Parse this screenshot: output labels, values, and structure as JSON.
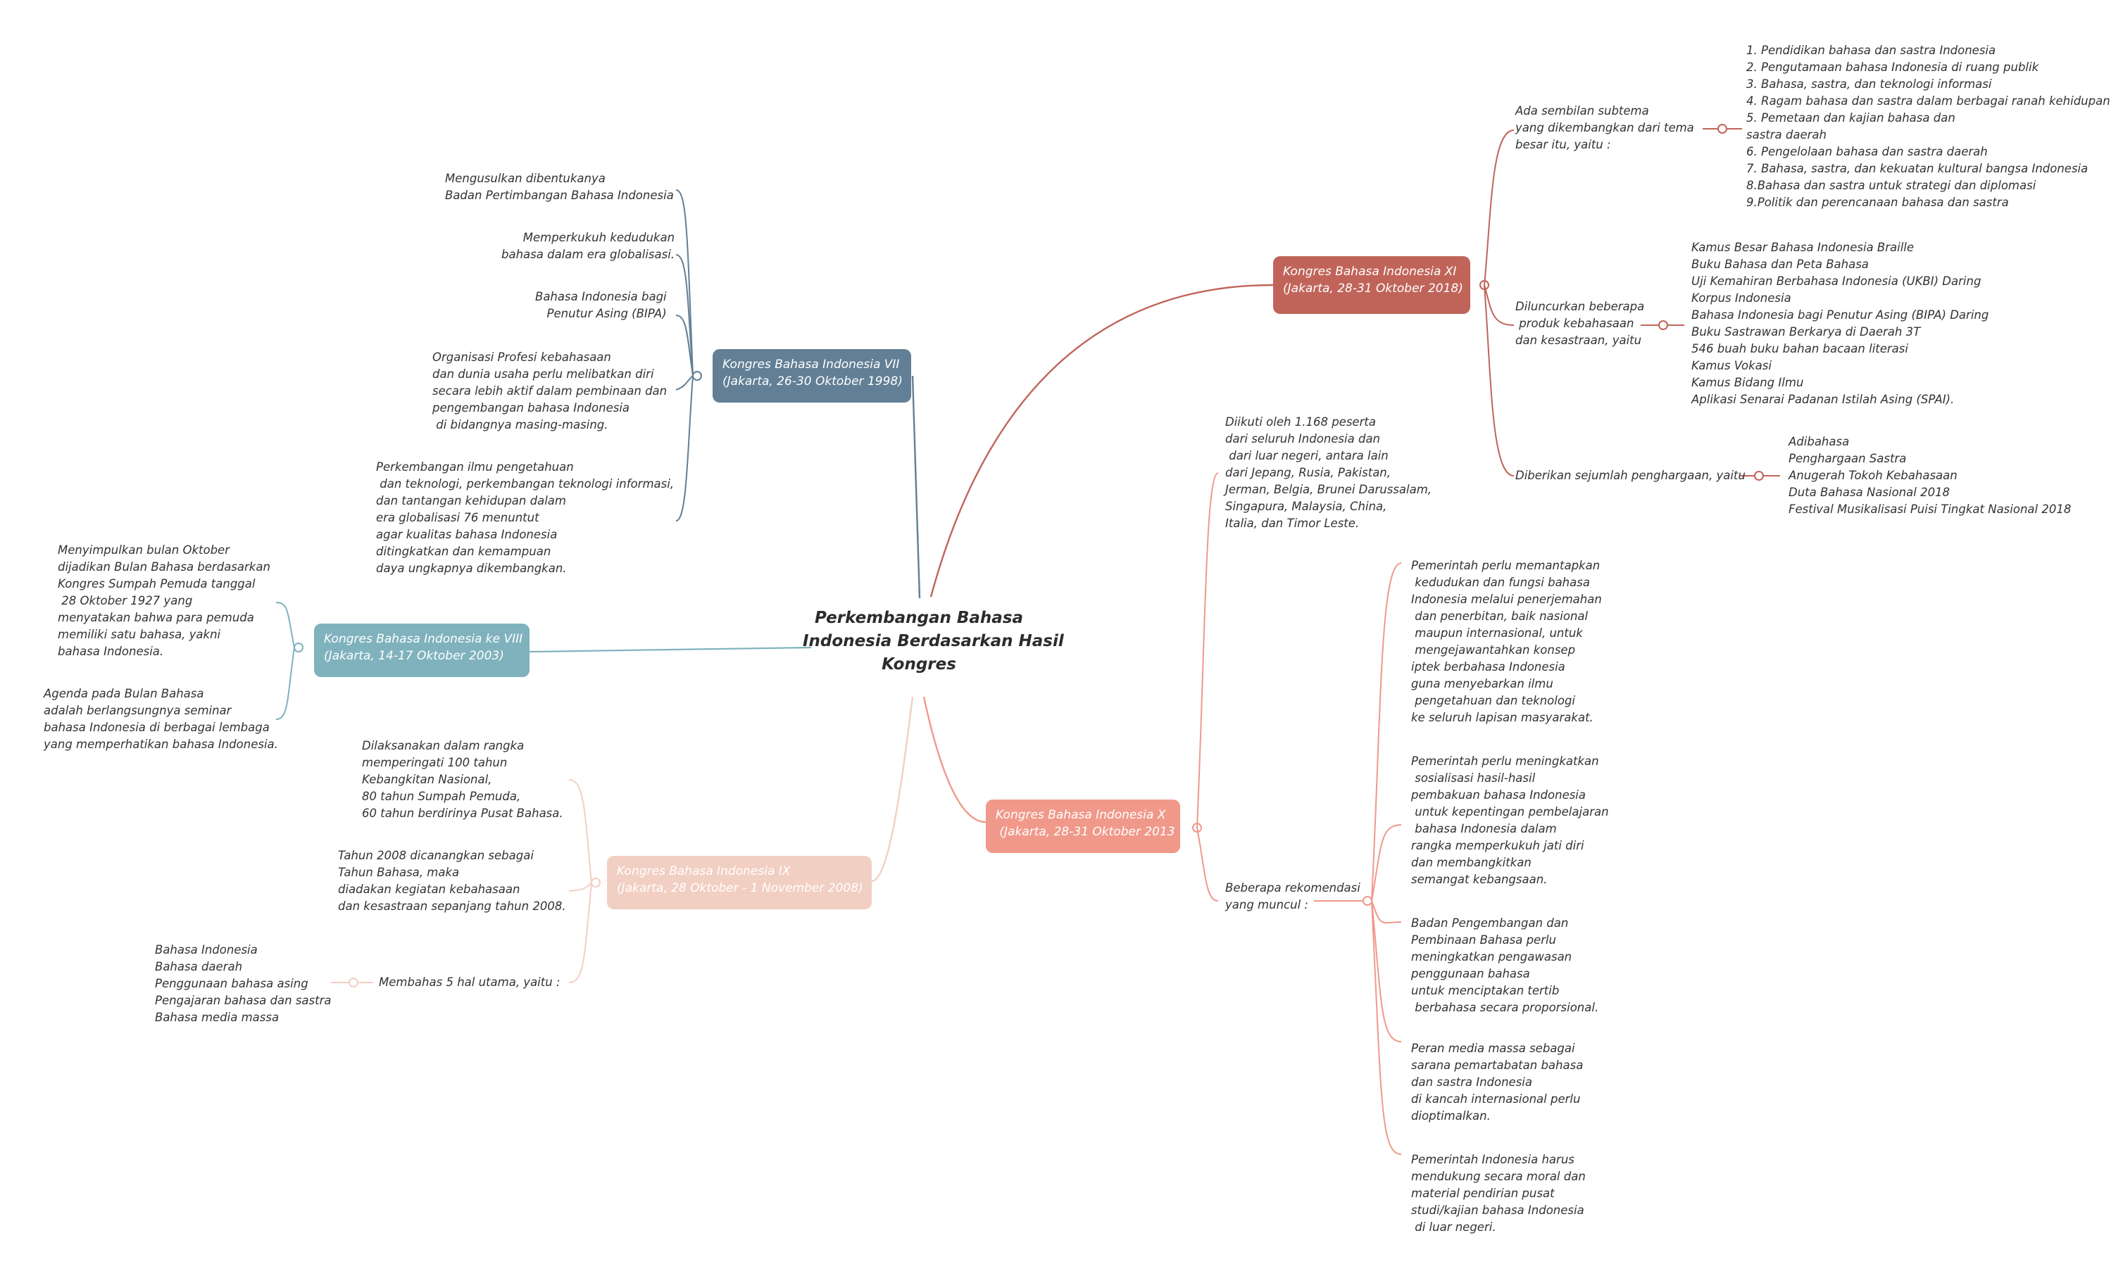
{
  "colors": {
    "xi": "#c0645a",
    "x": "#f0998a",
    "ix": "#f2cfc3",
    "viii": "#7fb2bd",
    "vii": "#627f95",
    "text": "#333333"
  },
  "root": {
    "title": "Perkembangan Bahasa\nIndonesia Berdasarkan Hasil\nKongres"
  },
  "kongres_xi": {
    "label": "Kongres Bahasa Indonesia XI\n(Jakarta, 28-31 Oktober 2018)",
    "subtema_intro": "Ada sembilan subtema\nyang dikembangkan dari tema\nbesar itu, yaitu :",
    "subtema_list": "1. Pendidikan bahasa dan sastra Indonesia\n2. Pengutamaan bahasa Indonesia di ruang publik\n3. Bahasa, sastra, dan teknologi informasi\n4. Ragam bahasa dan sastra dalam berbagai ranah kehidupan\n5. Pemetaan dan kajian bahasa dan\nsastra daerah\n6. Pengelolaan bahasa dan sastra daerah\n7. Bahasa, sastra, dan kekuatan kultural bangsa Indonesia\n8.Bahasa dan sastra untuk strategi dan diplomasi\n9.Politik dan perencanaan bahasa dan sastra",
    "produk_intro": "Diluncurkan beberapa\n produk kebahasaan\ndan kesastraan, yaitu",
    "produk_list": "Kamus Besar Bahasa Indonesia Braille\nBuku Bahasa dan Peta Bahasa\nUji Kemahiran Berbahasa Indonesia (UKBI) Daring\nKorpus Indonesia\nBahasa Indonesia bagi Penutur Asing (BIPA) Daring\nBuku Sastrawan Berkarya di Daerah 3T\n546 buah buku bahan bacaan literasi\nKamus Vokasi\nKamus Bidang Ilmu\nAplikasi Senarai Padanan Istilah Asing (SPAI).",
    "penghargaan_intro": "Diberikan sejumlah penghargaan, yaitu",
    "penghargaan_list": "Adibahasa\nPenghargaan Sastra\nAnugerah Tokoh Kebahasaan\nDuta Bahasa Nasional 2018\nFestival Musikalisasi Puisi Tingkat Nasional 2018"
  },
  "kongres_x": {
    "label": "Kongres Bahasa Indonesia X\n (Jakarta, 28-31 Oktober 2013",
    "peserta": "Diikuti oleh 1.168 peserta\ndari seluruh Indonesia dan\n dari luar negeri, antara lain\ndari Jepang, Rusia, Pakistan,\nJerman, Belgia, Brunei Darussalam,\nSingapura, Malaysia, China,\nItalia, dan Timor Leste.",
    "rekomendasi_intro": "Beberapa rekomendasi\nyang muncul :",
    "rekomendasi": [
      "Pemerintah perlu memantapkan\n kedudukan dan fungsi bahasa\nIndonesia melalui penerjemahan\n dan penerbitan, baik nasional\n maupun internasional, untuk\n mengejawantahkan konsep\niptek berbahasa Indonesia\nguna menyebarkan ilmu\n pengetahuan dan teknologi\nke seluruh lapisan masyarakat.",
      "Pemerintah perlu meningkatkan\n sosialisasi hasil-hasil\npembakuan bahasa Indonesia\n untuk kepentingan pembelajaran\n bahasa Indonesia dalam\nrangka memperkukuh jati diri\ndan membangkitkan\nsemangat kebangsaan.",
      "Badan Pengembangan dan\nPembinaan Bahasa perlu\nmeningkatkan pengawasan\npenggunaan bahasa\nuntuk menciptakan tertib\n berbahasa secara proporsional.",
      "Peran media massa sebagai\nsarana pemartabatan bahasa\ndan sastra Indonesia\ndi kancah internasional perlu\ndioptimalkan.",
      "Pemerintah Indonesia harus\nmendukung secara moral dan\nmaterial pendirian pusat\nstudi/kajian bahasa Indonesia\n di luar negeri."
    ]
  },
  "kongres_ix": {
    "label": "Kongres Bahasa Indonesia IX\n(Jakarta, 28 Oktober - 1 November 2008)",
    "items": [
      "Dilaksanakan dalam rangka\nmemperingati 100 tahun\nKebangkitan Nasional,\n80 tahun Sumpah Pemuda,\n60 tahun berdirinya Pusat Bahasa.",
      "Tahun 2008 dicanangkan sebagai\nTahun Bahasa, maka\ndiadakan kegiatan kebahasaan\ndan kesastraan sepanjang tahun 2008.",
      "Membahas 5 hal utama, yaitu :"
    ],
    "hal_utama": "Bahasa Indonesia\nBahasa daerah\nPenggunaan bahasa asing\nPengajaran bahasa dan sastra\nBahasa media massa"
  },
  "kongres_viii": {
    "label": "Kongres Bahasa Indonesia ke VIII\n(Jakarta, 14-17 Oktober 2003)",
    "items": [
      "Menyimpulkan bulan Oktober\ndijadikan Bulan Bahasa berdasarkan\nKongres Sumpah Pemuda tanggal\n 28 Oktober 1927 yang\nmenyatakan bahwa para pemuda\nmemiliki satu bahasa, yakni\nbahasa Indonesia.",
      "Agenda pada Bulan Bahasa\nadalah berlangsungnya seminar\nbahasa Indonesia di berbagai lembaga\nyang memperhatikan bahasa Indonesia."
    ]
  },
  "kongres_vii": {
    "label": "Kongres Bahasa Indonesia VII\n(Jakarta, 26-30 Oktober 1998)",
    "items": [
      "Mengusulkan dibentukanya\nBadan Pertimbangan Bahasa Indonesia",
      "Memperkukuh kedudukan\nbahasa dalam era globalisasi.",
      "Bahasa Indonesia bagi\nPenutur Asing (BIPA)",
      "Organisasi Profesi kebahasaan\ndan dunia usaha perlu melibatkan diri\nsecara lebih aktif dalam pembinaan dan\npengembangan bahasa Indonesia\n di bidangnya masing-masing.",
      "Perkembangan ilmu pengetahuan\n dan teknologi, perkembangan teknologi informasi,\ndan tantangan kehidupan dalam\nera globalisasi 76 menuntut\nagar kualitas bahasa Indonesia\nditingkatkan dan kemampuan\ndaya ungkapnya dikembangkan."
    ]
  }
}
